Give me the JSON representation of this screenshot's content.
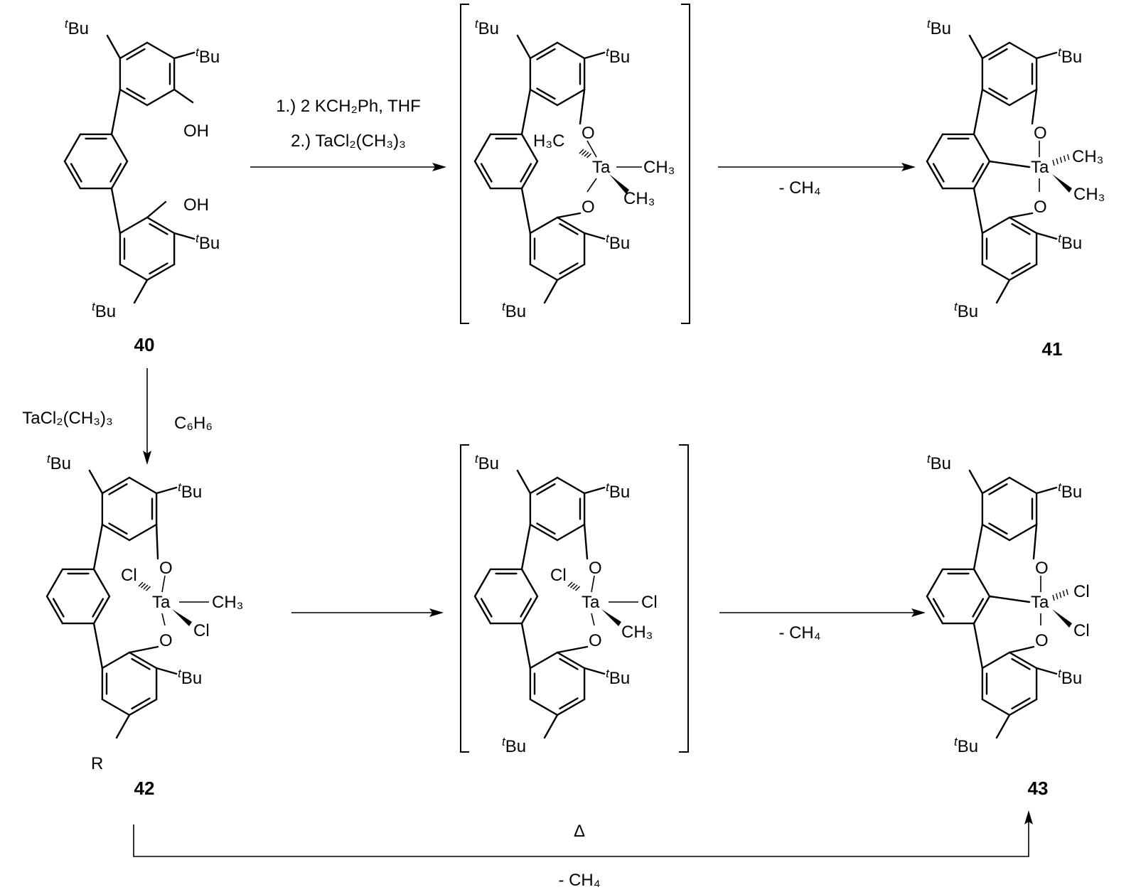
{
  "compounds": {
    "c40": {
      "label": "40",
      "oh_top": "OH",
      "oh_bottom": "OH"
    },
    "c41": {
      "label": "41"
    },
    "c42": {
      "label": "42",
      "r_group": "R"
    },
    "c43": {
      "label": "43"
    }
  },
  "conditions": {
    "step1_line1": "1.) 2 KCH₂Ph, THF",
    "step1_line2": "2.) TaCl₂(CH₃)₃",
    "loss_methane_top": "- CH₄",
    "reagent_left": "TaCl₂(CH₃)₃",
    "solvent_right": "C₆H₆",
    "loss_methane_middle": "- CH₄",
    "heat": "Δ",
    "loss_methane_bottom": "- CH₄"
  },
  "atoms": {
    "tBu": "tBu",
    "t": "t",
    "Bu": "Bu",
    "O": "O",
    "Ta": "Ta",
    "Cl": "Cl",
    "CH3": "CH₃",
    "H3C": "H₃C"
  }
}
